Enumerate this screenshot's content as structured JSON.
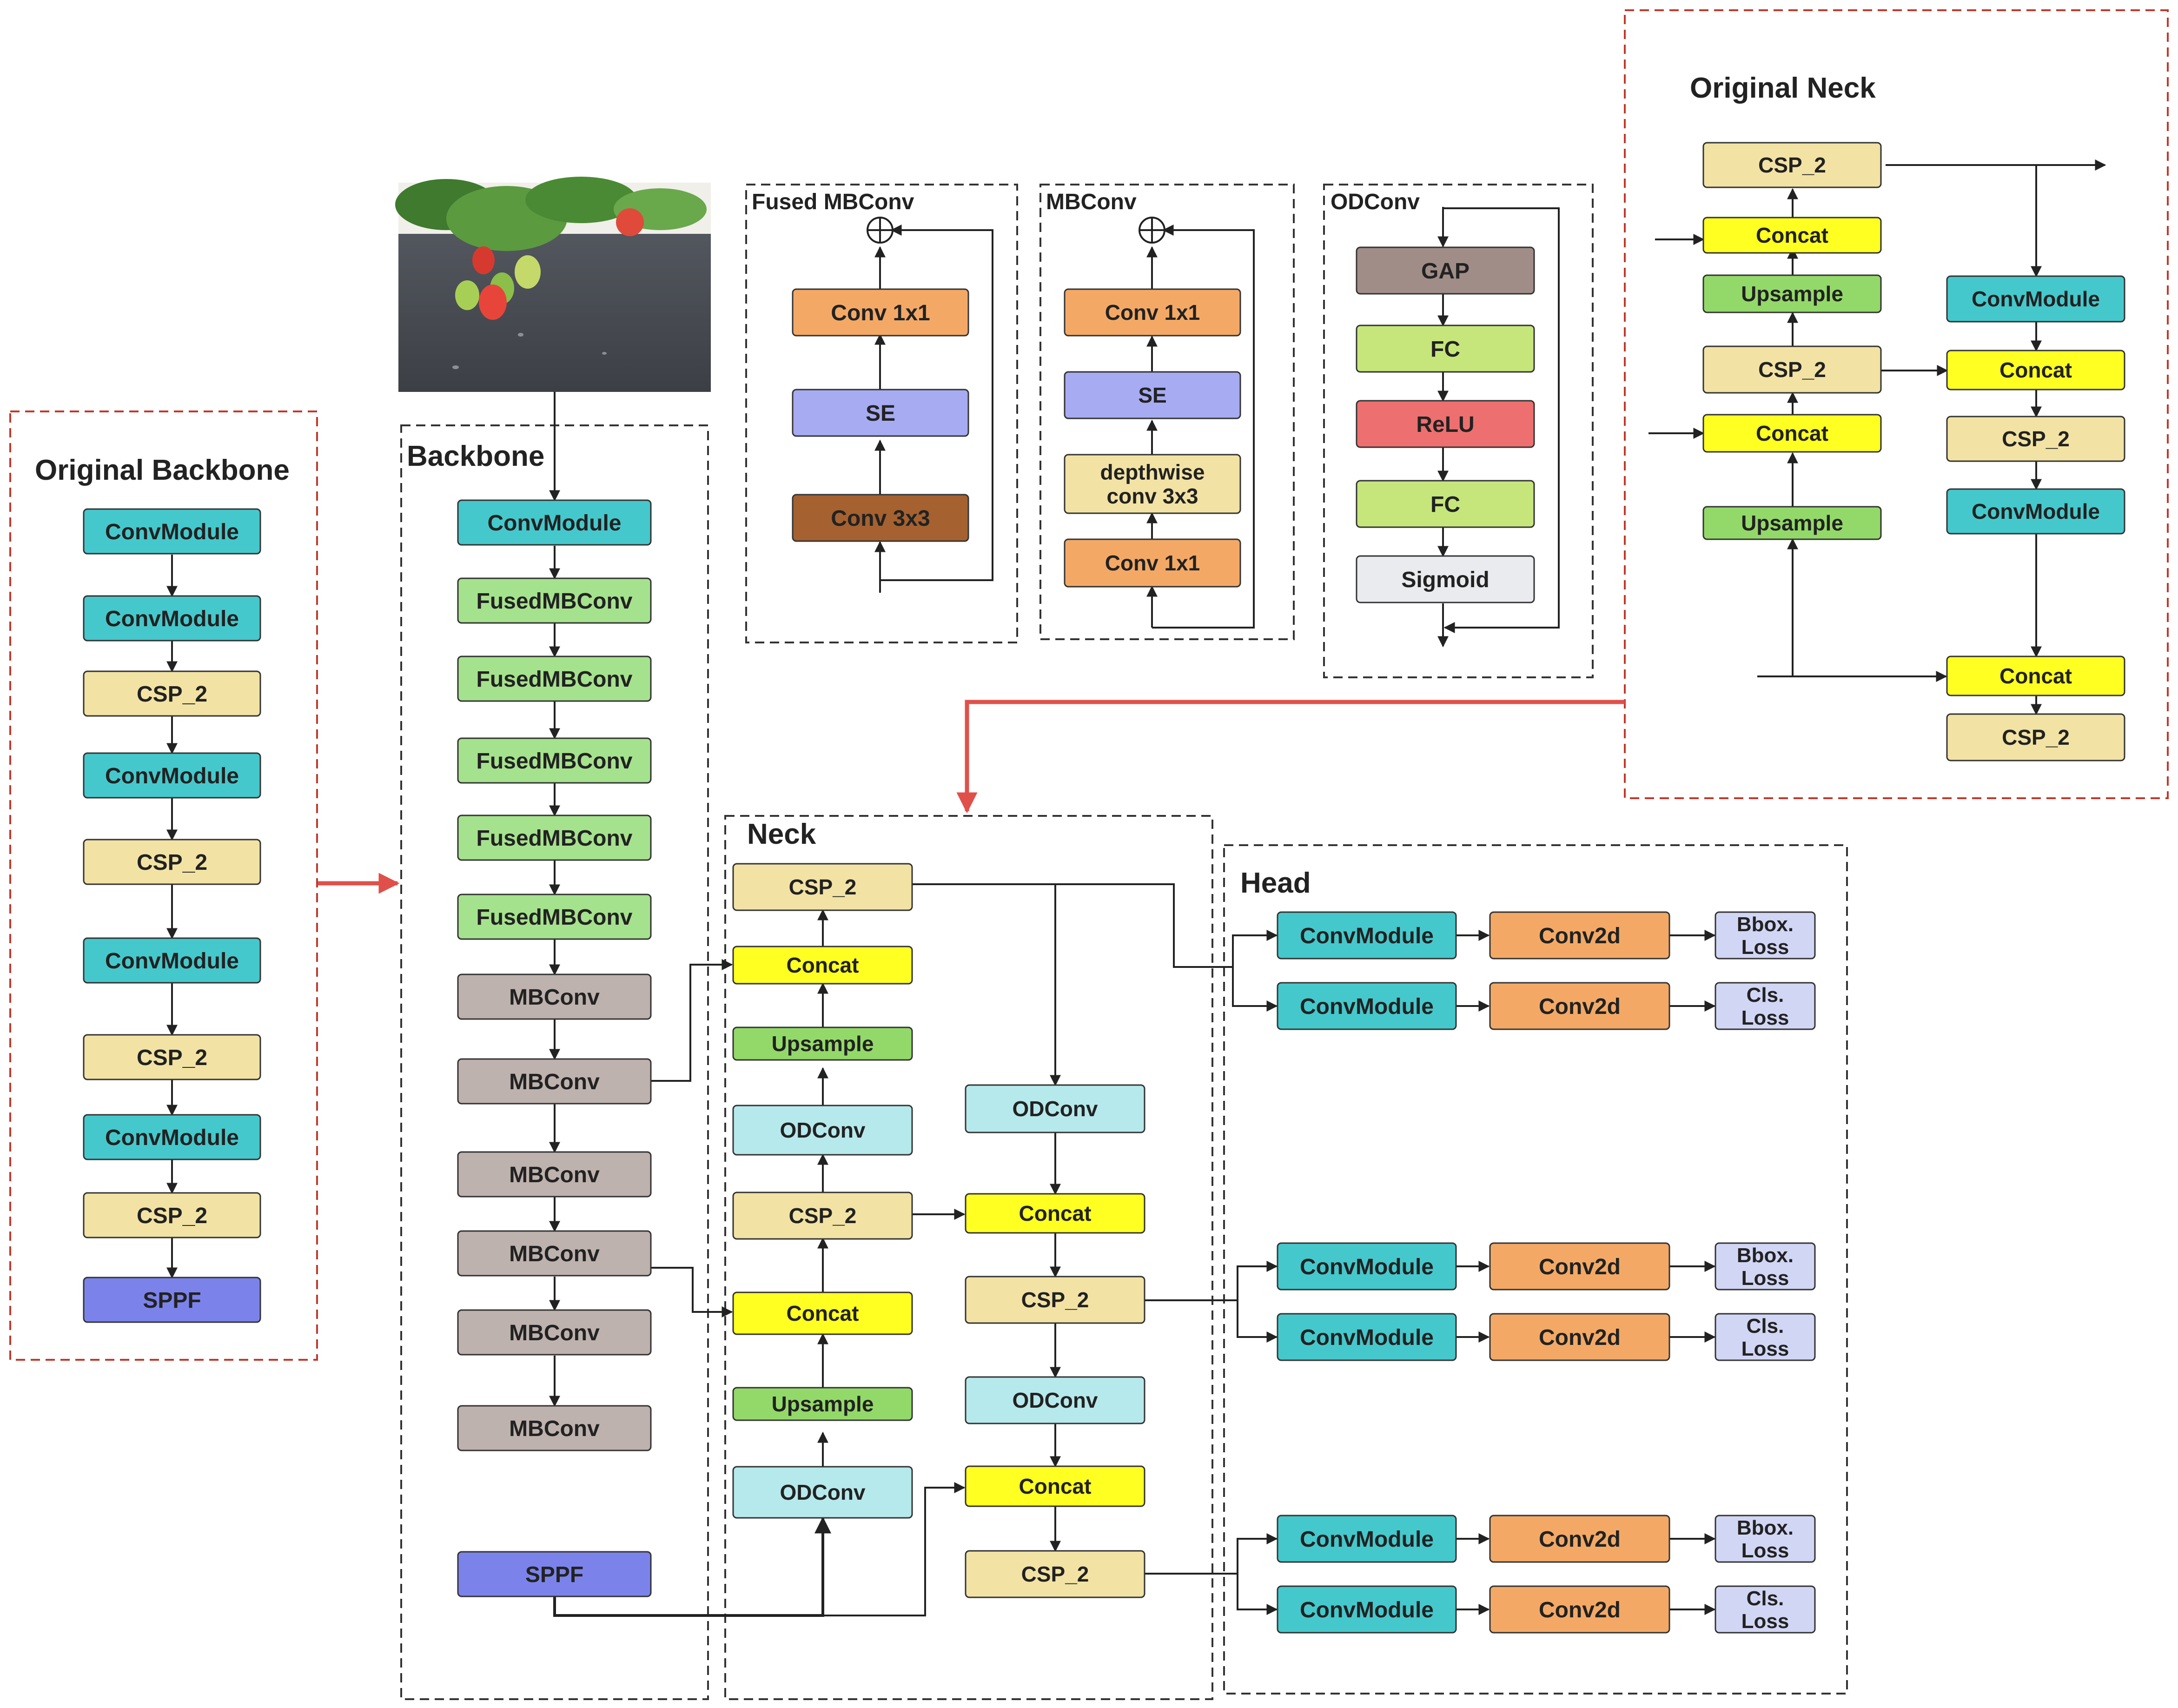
{
  "colors": {
    "ConvModule": "#45C8CC",
    "CSP_2": "#F2E3A4",
    "SPPF": "#7B83EB",
    "FusedMBConv": "#A5E28D",
    "MBConv": "#BEB2AE",
    "Concat": "#FFFF22",
    "Upsample": "#93D969",
    "ODConv": "#B6E9EC",
    "Conv2d": "#F3A965",
    "Loss": "#D2D6F5",
    "Conv 1x1": "#F3A965",
    "SE": "#A6ABF2",
    "Conv 3x3": "#A5612F",
    "depthwise": "#F2E3A4",
    "GAP": "#A18D87",
    "FC": "#C6E67C",
    "ReLU": "#EE6F6F",
    "Sigmoid": "#E9EBEE",
    "red": "#E0504A",
    "line": "#222222"
  },
  "sections": {
    "original_backbone": "Original Backbone",
    "backbone": "Backbone",
    "fused_mbconv": "Fused MBConv",
    "mbconv": "MBConv",
    "odconv": "ODConv",
    "original_neck": "Original Neck",
    "neck": "Neck",
    "head": "Head"
  },
  "original_backbone": [
    "ConvModule",
    "ConvModule",
    "CSP_2",
    "ConvModule",
    "CSP_2",
    "ConvModule",
    "CSP_2",
    "ConvModule",
    "CSP_2",
    "SPPF"
  ],
  "backbone": [
    "ConvModule",
    "FusedMBConv",
    "FusedMBConv",
    "FusedMBConv",
    "FusedMBConv",
    "FusedMBConv",
    "MBConv",
    "MBConv",
    "MBConv",
    "MBConv",
    "MBConv",
    "MBConv",
    "SPPF"
  ],
  "fused_mbconv_blocks": [
    "Conv 1x1",
    "SE",
    "Conv 3x3"
  ],
  "mbconv_blocks": [
    "Conv 1x1",
    "SE",
    "depthwise\nconv 3x3",
    "Conv 1x1"
  ],
  "odconv_blocks": [
    "GAP",
    "FC",
    "ReLU",
    "FC",
    "Sigmoid"
  ],
  "original_neck": {
    "left": [
      "CSP_2",
      "Concat",
      "Upsample",
      "CSP_2",
      "Concat",
      "Upsample"
    ],
    "right": [
      "ConvModule",
      "Concat",
      "CSP_2",
      "ConvModule",
      "Concat",
      "CSP_2"
    ]
  },
  "neck": {
    "left": [
      "CSP_2",
      "Concat",
      "Upsample",
      "ODConv",
      "CSP_2",
      "Concat",
      "Upsample",
      "ODConv"
    ],
    "right": [
      "ODConv",
      "Concat",
      "CSP_2",
      "ODConv",
      "Concat",
      "CSP_2"
    ]
  },
  "head": {
    "rows": [
      [
        "ConvModule",
        "Conv2d",
        "Bbox.\nLoss"
      ],
      [
        "ConvModule",
        "Conv2d",
        "Cls.\nLoss"
      ],
      [
        "ConvModule",
        "Conv2d",
        "Bbox.\nLoss"
      ],
      [
        "ConvModule",
        "Conv2d",
        "Cls.\nLoss"
      ],
      [
        "ConvModule",
        "Conv2d",
        "Bbox.\nLoss"
      ],
      [
        "ConvModule",
        "Conv2d",
        "Cls.\nLoss"
      ]
    ]
  }
}
